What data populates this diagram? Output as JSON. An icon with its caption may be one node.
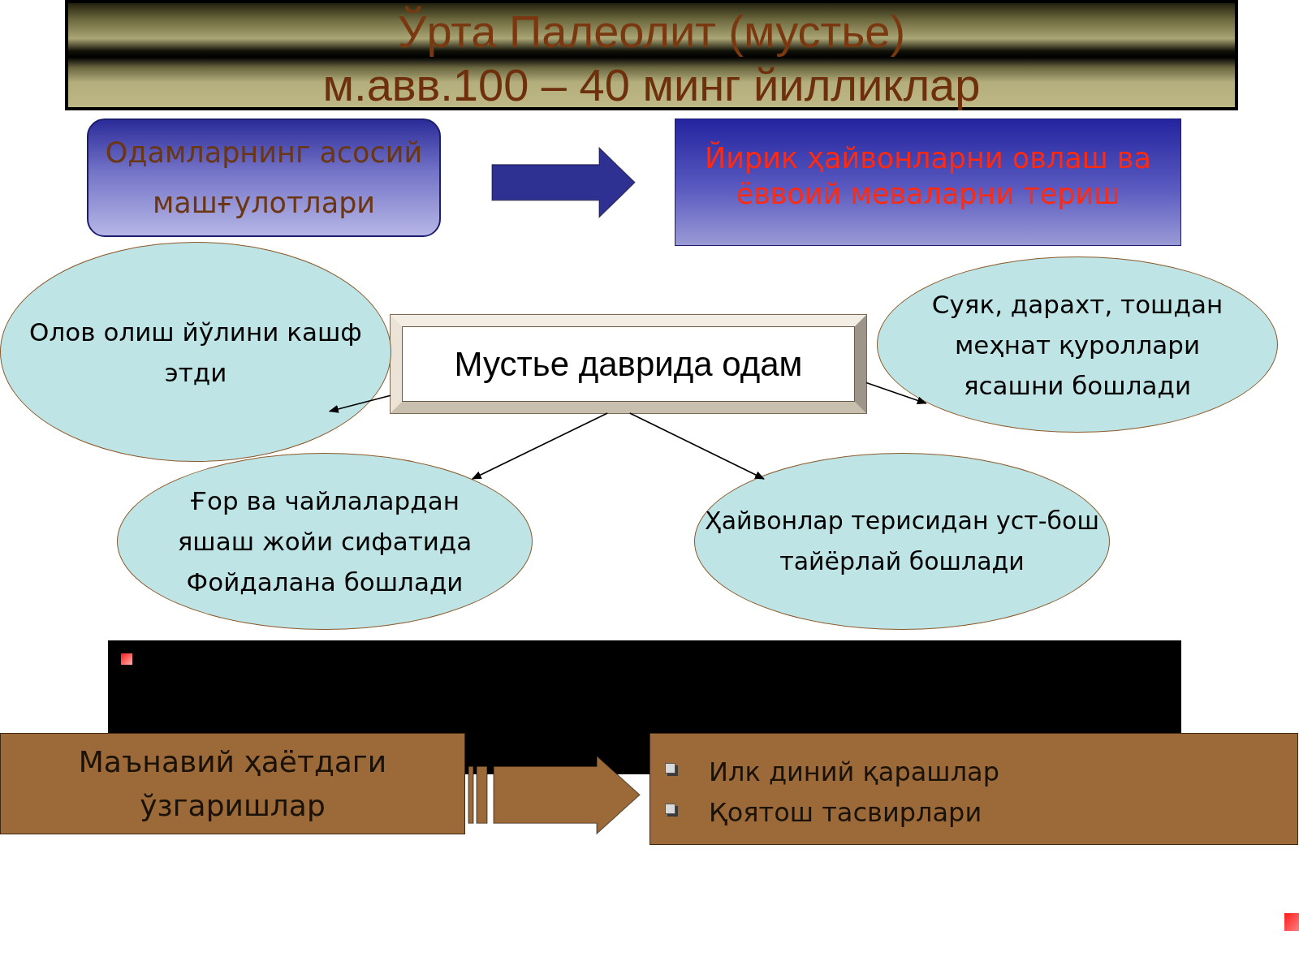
{
  "diagram": {
    "title": "Ўрта Палеолит (мустье)",
    "nodes": [
      {
        "text": [
          "Одамларнинг асосий машғулотлари"
        ]
      },
      {
        "text": [
          "Йирик ҳайвонларни овлаш ва ёввоий меваларни териш"
        ]
      },
      {
        "text": [
          "Мустье даврида одам"
        ]
      },
      {
        "text": [
          "Олов олиш йўлини кашф этди"
        ]
      },
      {
        "text": [
          "Суяк, дарахт, тошдан меҳнат қуроллари ясашни бошлади"
        ]
      },
      {
        "text": [
          "Ғор ва чайлалардан яшаш жойи сифатида Фойдалана бошлади"
        ]
      },
      {
        "text": [
          "Ҳайвонлар терисидан уст-бош тайёрлай бошлади"
        ]
      },
      {
        "text": [
          "Маънавий ҳаётдаги ўзгаришлар"
        ]
      },
      {
        "text": [
          "Илк диний қарашлар",
          "Қоятош тасвирлари"
        ]
      }
    ],
    "edges": [
      {
        "from": 0,
        "to": 1,
        "arrow": "to",
        "style": "thick",
        "color": "#2e3192"
      },
      {
        "from": 2,
        "to": 3,
        "arrow": "to"
      },
      {
        "from": 2,
        "to": 4,
        "arrow": "to"
      },
      {
        "from": 2,
        "to": 5,
        "arrow": "to"
      },
      {
        "from": 2,
        "to": 6,
        "arrow": "to"
      },
      {
        "from": 7,
        "to": 8,
        "arrow": "to",
        "style": "thick",
        "color": "#9c6a38"
      }
    ],
    "labels": [
      "м.авв.100 – 40 минг йилликлар"
    ]
  }
}
